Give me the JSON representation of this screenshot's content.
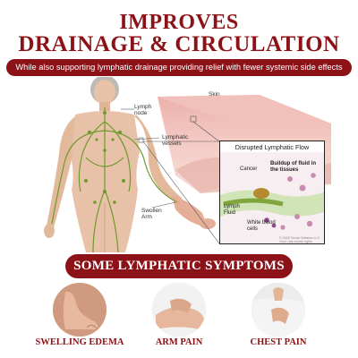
{
  "header": {
    "title_line1": "IMPROVES",
    "title_line2": "DRAINAGE & CIRCULATION",
    "subtitle": "While also supporting lymphatic drainage providing relief with fewer systemic side effects"
  },
  "illustration": {
    "labels": {
      "skin": "Skin",
      "lymph_node": "Lymph node",
      "lymphatic_vessels": "Lymphatic vessels",
      "swollen_arm": "Swollen Arm"
    },
    "inset": {
      "title": "Disrupted Lymphatic Flow",
      "cancer": "Cancer",
      "buildup": "Buildup of fluid in the tissues",
      "lymph_fluid": "Lymph Fluid",
      "white_blood_cells": "White blood cells",
      "copyright": "© 2025 Terese Winslow U.S. Govt. has certain rights"
    }
  },
  "symptoms": {
    "heading": "SOME LYMPHATIC SYMPTOMS",
    "items": [
      {
        "label": "SWELLING EDEMA",
        "icon": "swollen-foot-photo"
      },
      {
        "label": "ARM PAIN",
        "icon": "arm-pain-photo"
      },
      {
        "label": "CHEST PAIN",
        "icon": "chest-pain-photo"
      }
    ]
  },
  "colors": {
    "brand_red": "#8c1217",
    "skin_tone": "#e8c5ae",
    "lymph_green": "#6f9a2c"
  }
}
